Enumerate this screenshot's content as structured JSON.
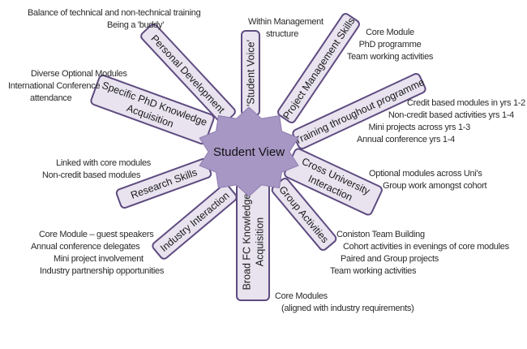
{
  "center": {
    "label": "Student View",
    "color": "#a797c4"
  },
  "colors": {
    "box_fill": "#e8e3ef",
    "box_stroke": "#5e4b80",
    "text": "#1a1a1a"
  },
  "spokes": [
    {
      "id": "student-voice",
      "lines": [
        "'Student Voice'"
      ]
    },
    {
      "id": "project-management-skills",
      "lines": [
        "Project Management Skills"
      ]
    },
    {
      "id": "training-throughout-programme",
      "lines": [
        "Training throughout programme"
      ]
    },
    {
      "id": "cross-university-interaction",
      "lines": [
        "Cross University",
        "Interaction"
      ]
    },
    {
      "id": "group-activities",
      "lines": [
        "Group Activities"
      ]
    },
    {
      "id": "broad-fc-knowledge-acquisition",
      "lines": [
        "Broad FC Knowledge",
        "Acquisition"
      ]
    },
    {
      "id": "industry-interaction",
      "lines": [
        "Industry Interaction"
      ]
    },
    {
      "id": "research-skills",
      "lines": [
        "Research Skills"
      ]
    },
    {
      "id": "specific-phd-knowledge-acquisition",
      "lines": [
        "Specific PhD Knowledge",
        "Acquisition"
      ]
    },
    {
      "id": "personal-development",
      "lines": [
        "Personal Development"
      ]
    }
  ],
  "notes": {
    "personal_development": [
      "Balance of technical and non-technical training",
      "Being a 'buddy'"
    ],
    "student_voice": [
      "Within Management",
      "structure"
    ],
    "project_management": [
      "Core Module",
      "PhD programme",
      "Team working activities"
    ],
    "training": [
      "Credit based modules in yrs 1-2",
      "Non-credit based activities  yrs 1-4",
      "Mini projects across yrs  1-3",
      "Annual conference yrs 1-4"
    ],
    "specific_phd": [
      "Diverse Optional Modules",
      "International  Conference",
      "attendance"
    ],
    "cross_university": [
      "Optional modules across Uni's",
      "Group work amongst cohort"
    ],
    "research_skills": [
      "Linked with core modules",
      "Non-credit  based modules"
    ],
    "industry": [
      "Core Module – guest speakers",
      "Annual conference delegates",
      "Mini  project involvement",
      "Industry  partnership opportunities"
    ],
    "group_activities": [
      "Coniston Team Building",
      "Cohort activities  in evenings of core modules",
      "Paired and Group projects",
      "Team working activities"
    ],
    "broad_fc": [
      "Core Modules",
      "(aligned with industry requirements)"
    ]
  }
}
